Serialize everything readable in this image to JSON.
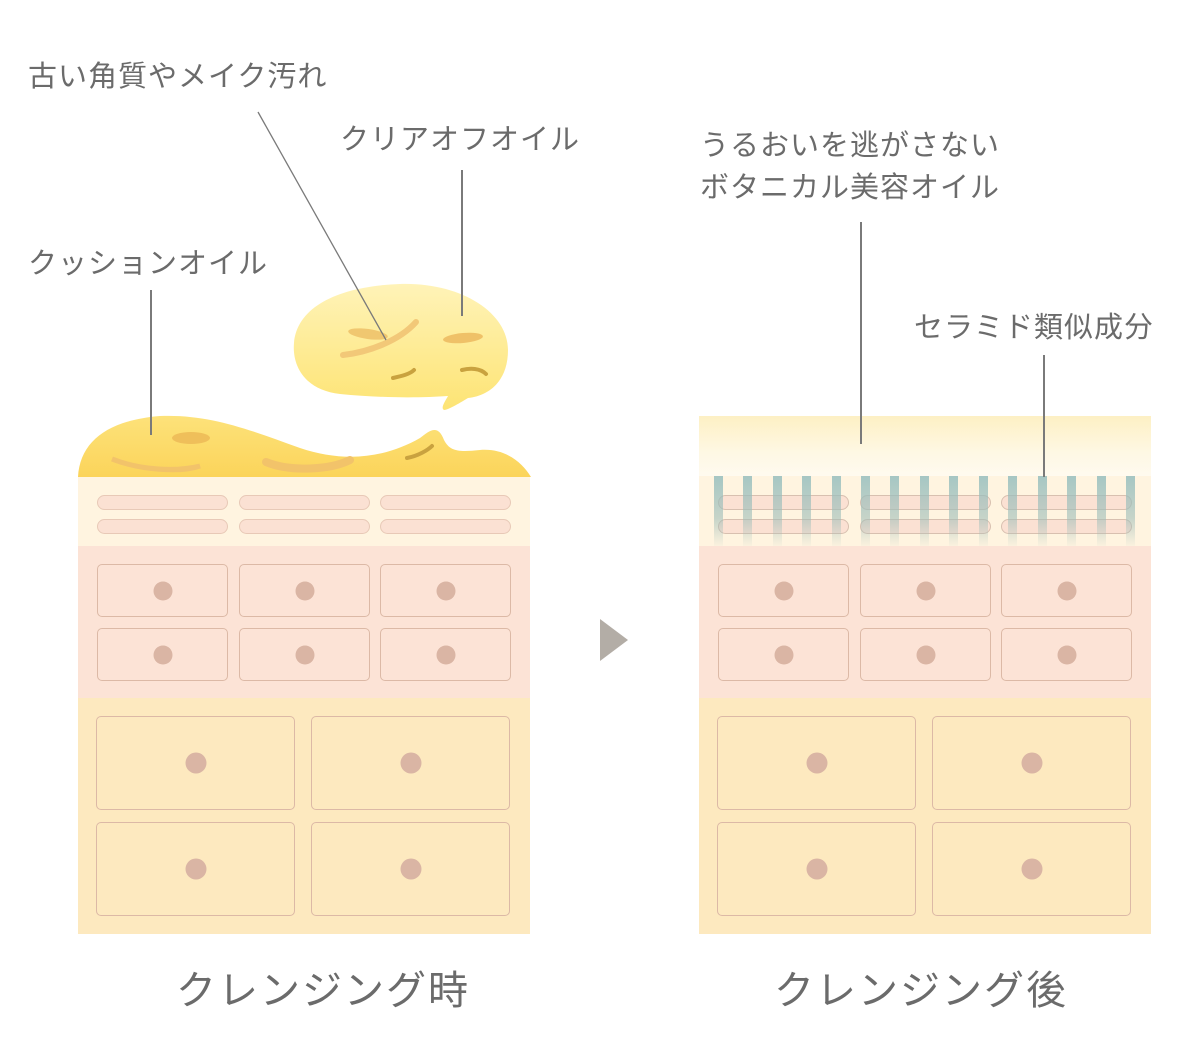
{
  "before": {
    "labels": {
      "old_keratin": "古い角質やメイク汚れ",
      "clear_off_oil": "クリアオフオイル",
      "cushion_oil": "クッションオイル"
    },
    "caption": "クレンジング時"
  },
  "after": {
    "labels": {
      "botanical_oil_line1": "うるおいを逃がさない",
      "botanical_oil_line2": "ボタニカル美容オイル",
      "ceramide": "セラミド類似成分"
    },
    "caption": "クレンジング後"
  },
  "arrow_icon": "play-triangle-icon",
  "colors": {
    "oil_yellow": "#fbd862",
    "horny_layer": "#fff4e0",
    "epidermis": "#fce3d6",
    "dermis": "#fde9bf",
    "nucleus": "#dab5a4",
    "ceramide_bar": "#9dc3c3",
    "arrow": "#b3ada6",
    "text": "#6b6b6b"
  }
}
